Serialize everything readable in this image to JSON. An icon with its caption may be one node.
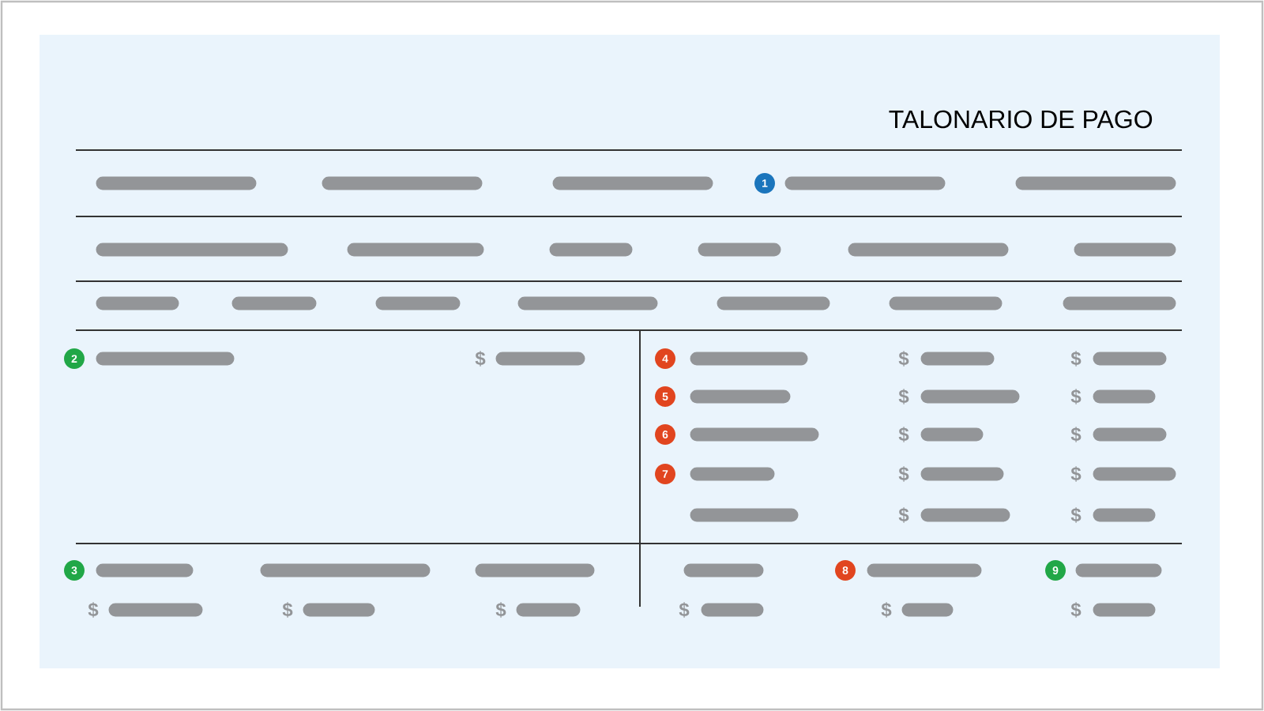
{
  "diagram": {
    "title": "TALONARIO DE PAGO",
    "labels": [
      "1",
      "2",
      "$",
      "4",
      "$",
      "$",
      "5",
      "$",
      "$",
      "6",
      "$",
      "$",
      "7",
      "$",
      "$",
      "$",
      "$",
      "3",
      "8",
      "9",
      "$",
      "$",
      "$",
      "$",
      "$",
      "$"
    ]
  }
}
